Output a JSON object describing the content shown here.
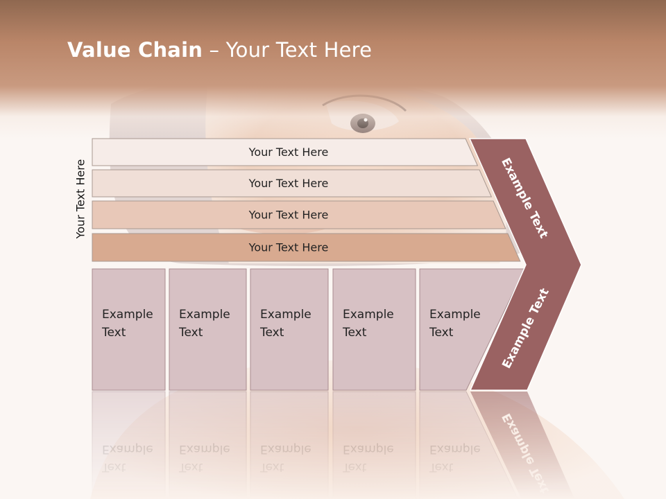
{
  "slide": {
    "title_bold": "Value Chain",
    "title_rest": " – Your Text Here",
    "side_label": "Your Text Here"
  },
  "support_rows": [
    {
      "label": "Your Text Here",
      "fill": "#f6ece8"
    },
    {
      "label": "Your Text Here",
      "fill": "#f0dfd7"
    },
    {
      "label": "Your Text Here",
      "fill": "#e8c8b8"
    },
    {
      "label": "Your Text Here",
      "fill": "#d8aa90"
    }
  ],
  "primary_boxes": [
    {
      "line1": "Example",
      "line2": "Text"
    },
    {
      "line1": "Example",
      "line2": "Text"
    },
    {
      "line1": "Example",
      "line2": "Text"
    },
    {
      "line1": "Example",
      "line2": "Text"
    },
    {
      "line1": "Example",
      "line2": "Text"
    }
  ],
  "margin_arrow": {
    "upper_label": "Example Text",
    "lower_label": "Example Text",
    "fill": "#9a6262"
  },
  "colors": {
    "box_fill": "#d7c1c4",
    "box_stroke": "#a88c8f",
    "row_stroke": "#a89890"
  }
}
